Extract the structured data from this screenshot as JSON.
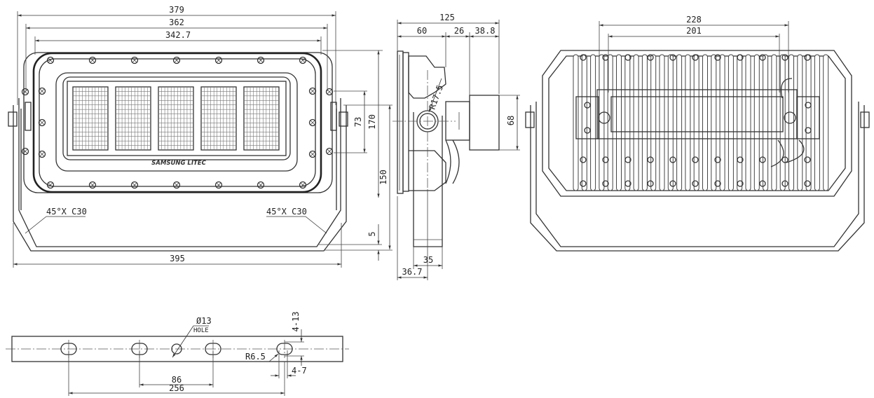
{
  "front_view": {
    "dims": {
      "overall_top": "379",
      "mid_top": "362",
      "inner_top": "342.7",
      "overall_bottom": "395",
      "h_73": "73",
      "h_170": "170",
      "h_150": "150",
      "h_5": "5"
    },
    "chamfer_left": "45°X C30",
    "chamfer_right": "45°X C30",
    "logo": "SAMSUNG LITEC"
  },
  "side_view": {
    "dims": {
      "d_125": "125",
      "d_60": "60",
      "d_26": "26",
      "d_38_8": "38.8",
      "d_68": "68",
      "r_17_5": "R17.5",
      "d_35": "35",
      "d_36_7": "36.7"
    }
  },
  "rear_view": {
    "dims": {
      "d_228": "228",
      "d_201": "201"
    }
  },
  "bracket_view": {
    "dims": {
      "hole": "Ø13",
      "hole_label": "HOLE",
      "d_4_13": "4-13",
      "r_6_5": "R6.5",
      "d_4_7": "4-7",
      "d_86": "86",
      "d_256": "256"
    }
  }
}
